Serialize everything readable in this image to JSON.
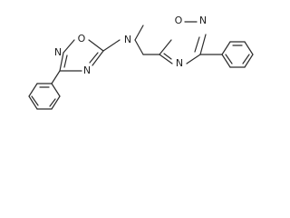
{
  "diagram": {
    "type": "chemical-structure",
    "atom_labels": {
      "o1": "O",
      "n1": "N",
      "n2": "N",
      "n3": "N",
      "o2": "O",
      "n4": "N",
      "n5": "N"
    },
    "colors": {
      "bond": "#2b2b2b",
      "label": "#1f1f1f",
      "background": "#ffffff"
    }
  }
}
